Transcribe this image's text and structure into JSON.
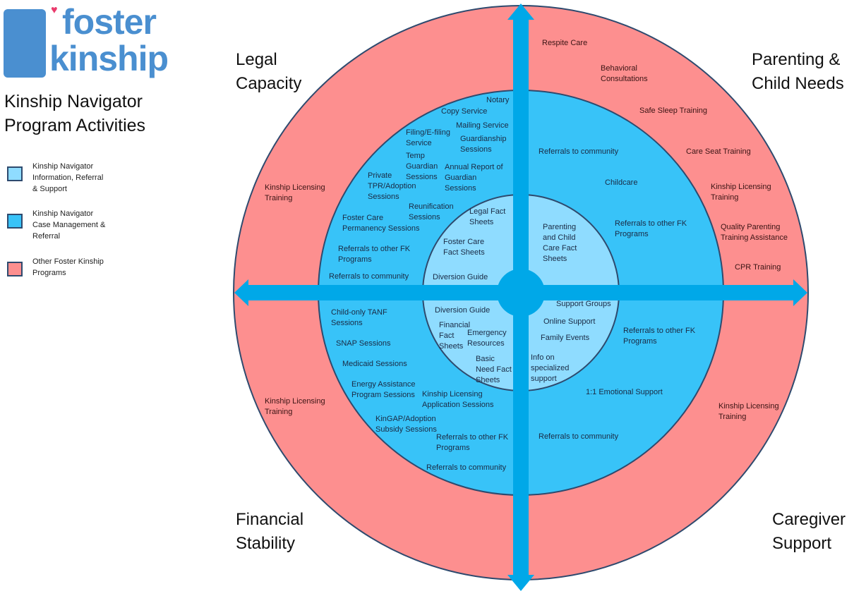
{
  "logo": {
    "line1": "foster",
    "line2": "kinship",
    "brand_color": "#4a8fd0",
    "heart_color": "#ea3a6c"
  },
  "title": "Kinship Navigator\nProgram Activities",
  "legend": [
    {
      "label": "Kinship Navigator\nInformation, Referral\n& Support",
      "color": "#8fdcff"
    },
    {
      "label": "Kinship Navigator\nCase Management &\nReferral",
      "color": "#38c3f8"
    },
    {
      "label": "Other Foster Kinship\nPrograms",
      "color": "#fd8f8f"
    }
  ],
  "colors": {
    "outer_ring": "#fd8f8f",
    "middle_ring": "#38c3f8",
    "inner_circle": "#8fdcff",
    "arrows": "#00a8e8",
    "ring_border": "#2e4a6e"
  },
  "quadrants": {
    "legal": {
      "label": "Legal\nCapacity",
      "outer": [
        "Kinship Licensing\nTraining"
      ],
      "middle": [
        "Notary",
        "Copy Service",
        "Mailing Service",
        "Filing/E-filing\nService",
        "Guardianship\nSessions",
        "Temp\nGuardian\nSessions",
        "Annual Report of\nGuardian\nSessions",
        "Private\nTPR/Adoption\nSessions",
        "Reunification\nSessions",
        "Foster Care\nPermanency Sessions",
        "Referrals to other FK\nPrograms",
        "Referrals to community"
      ],
      "inner": [
        "Legal Fact\nSheets",
        "Foster Care\nFact Sheets",
        "Diversion Guide"
      ]
    },
    "parenting": {
      "label": "Parenting &\nChild Needs",
      "outer": [
        "Respite Care",
        "Behavioral\nConsultations",
        "Safe Sleep Training",
        "Care Seat Training",
        "Kinship Licensing\nTraining",
        "Quality Parenting\nTraining Assistance",
        "CPR Training"
      ],
      "middle": [
        "Referrals to community",
        "Childcare",
        "Referrals to other FK\nPrograms"
      ],
      "inner": [
        "Parenting\nand Child\nCare Fact\nSheets"
      ]
    },
    "financial": {
      "label": "Financial\nStability",
      "outer": [
        "Kinship Licensing\nTraining"
      ],
      "middle": [
        "Child-only TANF\nSessions",
        "SNAP Sessions",
        "Medicaid Sessions",
        "Energy Assistance\nProgram Sessions",
        "Kinship Licensing\nApplication Sessions",
        "KinGAP/Adoption\nSubsidy Sessions",
        "Referrals to other FK\nPrograms",
        "Referrals to community"
      ],
      "inner": [
        "Diversion Guide",
        "Financial\nFact\nSheets",
        "Emergency\nResources",
        "Basic\nNeed Fact\nSheets"
      ]
    },
    "caregiver": {
      "label": "Caregiver\nSupport",
      "outer": [
        "Kinship Licensing\nTraining"
      ],
      "middle": [
        "Referrals to other FK\nPrograms",
        "1:1 Emotional Support",
        "Referrals to community"
      ],
      "inner": [
        "Support Groups",
        "Online Support",
        "Family Events",
        "Info on\nspecialized\nsupport"
      ]
    }
  }
}
